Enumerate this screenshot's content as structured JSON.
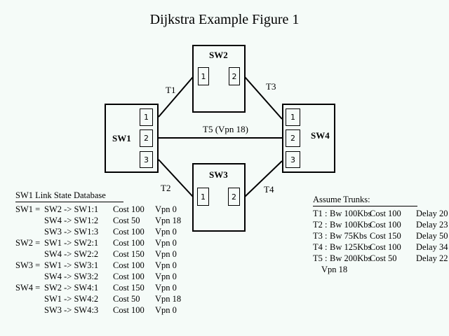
{
  "title": "Dijkstra Example Figure 1",
  "switches": [
    {
      "name": "SW1",
      "ports": [
        "1",
        "2",
        "3"
      ]
    },
    {
      "name": "SW2",
      "ports": [
        "1",
        "2"
      ]
    },
    {
      "name": "SW3",
      "ports": [
        "1",
        "2"
      ]
    },
    {
      "name": "SW4",
      "ports": [
        "1",
        "2",
        "3"
      ]
    }
  ],
  "trunks": [
    {
      "label": "T1",
      "from": "SW1:1",
      "to": "SW2:1"
    },
    {
      "label": "T2",
      "from": "SW1:3",
      "to": "SW3:1"
    },
    {
      "label": "T3",
      "from": "SW2:2",
      "to": "SW4:1"
    },
    {
      "label": "T4",
      "from": "SW3:2",
      "to": "SW4:3"
    },
    {
      "label": "T5 (Vpn 18)",
      "from": "SW1:2",
      "to": "SW4:2"
    }
  ],
  "link_state_db": {
    "heading": "SW1 Link State Database",
    "rows": [
      {
        "node": "SW1 =",
        "link": "SW2 -> SW1:1",
        "cost": "Cost 100",
        "vpn": "Vpn 0"
      },
      {
        "node": "",
        "link": "SW4 -> SW1:2",
        "cost": "Cost 50",
        "vpn": "Vpn 18"
      },
      {
        "node": "",
        "link": "SW3 -> SW1:3",
        "cost": "Cost 100",
        "vpn": "Vpn 0"
      },
      {
        "node": "SW2 =",
        "link": "SW1 -> SW2:1",
        "cost": "Cost 100",
        "vpn": "Vpn 0"
      },
      {
        "node": "",
        "link": "SW4 -> SW2:2",
        "cost": "Cost 150",
        "vpn": "Vpn 0"
      },
      {
        "node": "SW3 =",
        "link": "SW1 -> SW3:1",
        "cost": "Cost 100",
        "vpn": "Vpn 0"
      },
      {
        "node": "",
        "link": "SW4 -> SW3:2",
        "cost": "Cost 100",
        "vpn": "Vpn 0"
      },
      {
        "node": "SW4 =",
        "link": "SW2 -> SW4:1",
        "cost": "Cost 150",
        "vpn": "Vpn 0"
      },
      {
        "node": "",
        "link": "SW1 -> SW4:2",
        "cost": "Cost 50",
        "vpn": "Vpn 18"
      },
      {
        "node": "",
        "link": "SW3 -> SW4:3",
        "cost": "Cost 100",
        "vpn": "Vpn 0"
      }
    ]
  },
  "assume_trunks": {
    "heading": "Assume Trunks:",
    "rows": [
      {
        "trunk": "T1 :",
        "bw": "Bw 100Kbs",
        "cost": "Cost 100",
        "delay": "Delay 20"
      },
      {
        "trunk": "T2 :",
        "bw": "Bw 100Kbs",
        "cost": "Cost 100",
        "delay": "Delay 23"
      },
      {
        "trunk": "T3 :",
        "bw": "Bw 75Kbs",
        "cost": "Cost 150",
        "delay": "Delay 50"
      },
      {
        "trunk": "T4 :",
        "bw": "Bw 125Kbs",
        "cost": "Cost 100",
        "delay": "Delay 34"
      },
      {
        "trunk": "T5 :",
        "bw": "Bw 200Kbs",
        "cost": "Cost 50",
        "delay": "Delay 22"
      }
    ],
    "note": "Vpn 18"
  }
}
